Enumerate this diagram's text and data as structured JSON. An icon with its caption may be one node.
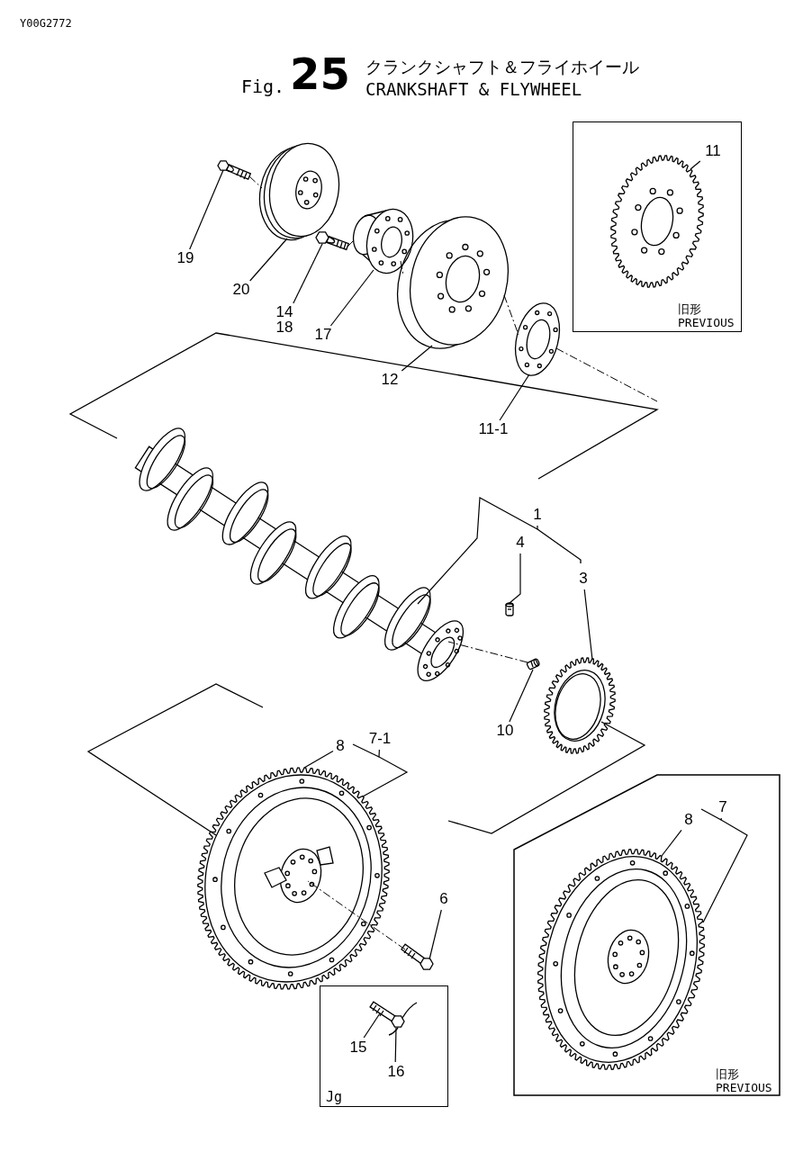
{
  "diagram": {
    "title": "クランクシャフト＆フライホイール CRANKSHAFT & FLYWHEEL",
    "nodes": [
      {
        "text": [
          "旧形",
          "PREVIOUS"
        ]
      },
      {
        "text": [
          "11"
        ],
        "in": 0
      },
      {
        "text": [],
        "shape": "picture",
        "in": 0
      },
      {
        "text": [
          "19"
        ]
      },
      {
        "text": [],
        "shape": "picture"
      },
      {
        "text": [
          "20"
        ]
      },
      {
        "text": [],
        "shape": "picture"
      },
      {
        "text": [
          "14 18"
        ]
      },
      {
        "text": [],
        "shape": "picture"
      },
      {
        "text": [
          "17"
        ]
      },
      {
        "text": [],
        "shape": "picture"
      },
      {
        "text": [
          "12"
        ]
      },
      {
        "text": [],
        "shape": "picture"
      },
      {
        "text": [
          "11-1"
        ]
      },
      {
        "text": [],
        "shape": "picture"
      },
      {
        "text": [
          "1"
        ]
      },
      {
        "text": [],
        "shape": "picture"
      },
      {
        "text": [
          "4"
        ]
      },
      {
        "text": [],
        "shape": "picture"
      },
      {
        "text": [
          "3"
        ]
      },
      {
        "text": [],
        "shape": "picture"
      },
      {
        "text": [
          "10"
        ]
      },
      {
        "text": [],
        "shape": "picture"
      },
      {
        "text": [
          "7-1"
        ]
      },
      {
        "text": [
          "8"
        ]
      },
      {
        "text": [],
        "shape": "picture"
      },
      {
        "text": [
          "6"
        ]
      },
      {
        "text": [],
        "shape": "picture"
      },
      {
        "text": [
          "Jg"
        ]
      },
      {
        "text": [
          "15"
        ],
        "in": 28
      },
      {
        "text": [
          "16"
        ],
        "in": 28
      },
      {
        "text": [],
        "shape": "picture",
        "in": 28
      },
      {
        "text": [
          "旧形",
          "PREVIOUS"
        ]
      },
      {
        "text": [
          "7"
        ],
        "in": 32
      },
      {
        "text": [
          "8"
        ],
        "in": 32
      },
      {
        "text": [],
        "shape": "picture",
        "in": 32
      }
    ],
    "edges": [
      {
        "from": 1,
        "to": 2,
        "arrow": "none"
      },
      {
        "from": 3,
        "to": 4,
        "arrow": "none"
      },
      {
        "from": 5,
        "to": 6,
        "arrow": "none"
      },
      {
        "from": 7,
        "to": 8,
        "arrow": "none"
      },
      {
        "from": 9,
        "to": 10,
        "arrow": "none"
      },
      {
        "from": 11,
        "to": 12,
        "arrow": "none"
      },
      {
        "from": 13,
        "to": 14,
        "arrow": "none"
      },
      {
        "from": 15,
        "to": 16,
        "arrow": "none"
      },
      {
        "from": 17,
        "to": 18,
        "arrow": "none"
      },
      {
        "from": 19,
        "to": 20,
        "arrow": "none"
      },
      {
        "from": 21,
        "to": 22,
        "arrow": "none"
      },
      {
        "from": 23,
        "to": 25,
        "arrow": "none"
      },
      {
        "from": 24,
        "to": 25,
        "arrow": "none"
      },
      {
        "from": 26,
        "to": 27,
        "arrow": "none"
      },
      {
        "from": 29,
        "to": 31,
        "arrow": "none"
      },
      {
        "from": 30,
        "to": 31,
        "arrow": "none"
      },
      {
        "from": 33,
        "to": 35,
        "arrow": "none"
      },
      {
        "from": 34,
        "to": 35,
        "arrow": "none"
      },
      {
        "from": 4,
        "to": 6,
        "arrow": "none",
        "style": "dashed"
      },
      {
        "from": 8,
        "to": 10,
        "arrow": "none",
        "style": "dashed"
      },
      {
        "from": 10,
        "to": 12,
        "arrow": "none",
        "style": "dashed"
      },
      {
        "from": 12,
        "to": 14,
        "arrow": "none",
        "style": "dashed"
      },
      {
        "from": 14,
        "to": null,
        "arrow": "none",
        "style": "dashed"
      },
      {
        "from": 22,
        "to": 16,
        "arrow": "none",
        "style": "dashed"
      },
      {
        "from": 27,
        "to": 25,
        "arrow": "none",
        "style": "dashed"
      }
    ],
    "labels": [
      "Y00G2772",
      "Fig.",
      "25"
    ]
  }
}
